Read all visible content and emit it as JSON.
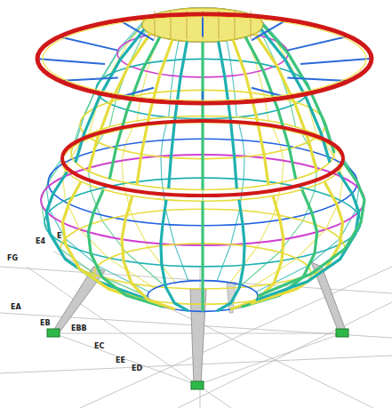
{
  "diagram": {
    "labels": [
      "FG",
      "E4",
      "E",
      "EA",
      "EB",
      "EBB",
      "EC",
      "EE",
      "ED"
    ]
  }
}
